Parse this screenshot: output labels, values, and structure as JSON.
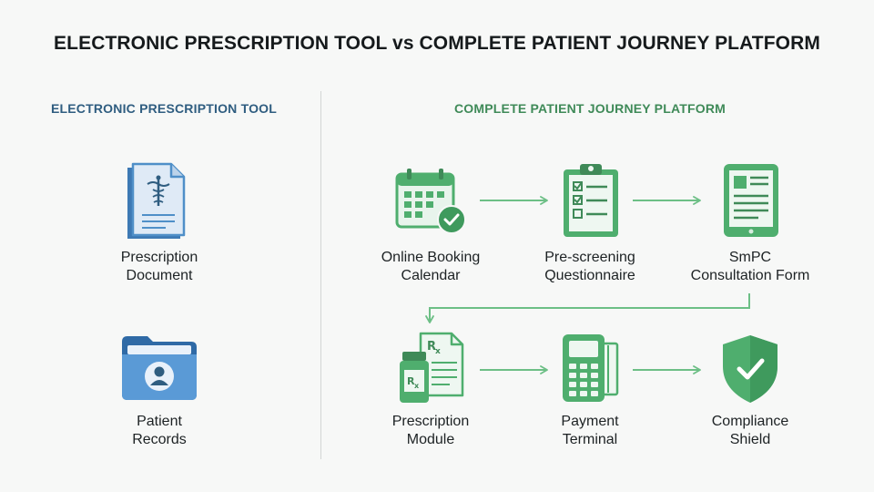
{
  "title": "ELECTRONIC PRESCRIPTION TOOL vs COMPLETE PATIENT JOURNEY PLATFORM",
  "left_column": {
    "heading": "ELECTRONIC PRESCRIPTION TOOL",
    "items": [
      {
        "line1": "Prescription",
        "line2": "Document",
        "icon": "prescription-document-icon"
      },
      {
        "line1": "Patient",
        "line2": "Records",
        "icon": "patient-folder-icon"
      }
    ]
  },
  "right_column": {
    "heading": "COMPLETE PATIENT JOURNEY PLATFORM",
    "steps": [
      {
        "line1": "Online Booking",
        "line2": "Calendar",
        "icon": "calendar-check-icon"
      },
      {
        "line1": "Pre-screening",
        "line2": "Questionnaire",
        "icon": "clipboard-checklist-icon"
      },
      {
        "line1": "SmPC",
        "line2": "Consultation Form",
        "icon": "tablet-form-icon"
      },
      {
        "line1": "Prescription",
        "line2": "Module",
        "icon": "rx-bottle-icon"
      },
      {
        "line1": "Payment",
        "line2": "Terminal",
        "icon": "payment-terminal-icon"
      },
      {
        "line1": "Compliance",
        "line2": "Shield",
        "icon": "shield-check-icon"
      }
    ]
  },
  "colors": {
    "left_accent": "#2f5d80",
    "right_accent": "#3f8a58",
    "blue_icon": "#4f8fc8",
    "green_icon": "#4fae6e",
    "arrow": "#6dbf86"
  }
}
